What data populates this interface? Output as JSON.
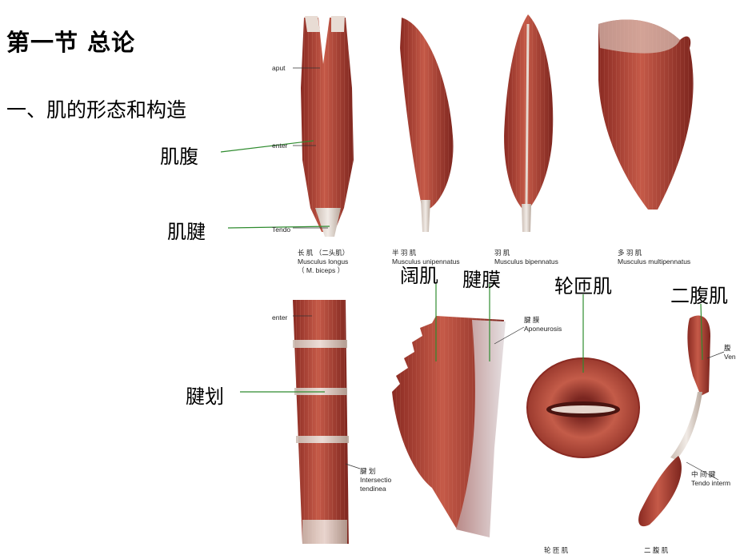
{
  "slide": {
    "title": "第一节   总论",
    "subtitle": "一、肌的形态和构造"
  },
  "labels": {
    "muscle_belly": "肌腹",
    "tendon": "肌腱",
    "tendinous_intersection": "腱划",
    "flat_muscle": "阔肌",
    "aponeurosis": "腱膜",
    "orbicular_muscle": "轮匝肌",
    "digastric": "二腹肌"
  },
  "figure_text": {
    "caput": "aput",
    "venter_1": "enter",
    "tendo_1": "Tendo",
    "caption_1": [
      "长 肌 （二头肌）",
      "Musculus  longus",
      "（ M. biceps ）"
    ],
    "caption_2": [
      "半  羽  肌",
      "Musculus unipennatus"
    ],
    "caption_3": [
      "羽     肌",
      "Musculus bipennatus"
    ],
    "caption_4": [
      "多  羽  肌",
      "Musculus multipennatus"
    ],
    "venter_2": "enter",
    "aponeurosis": [
      "腱     膜",
      "Aponeurosis"
    ],
    "intersectio": [
      "腱     划",
      "Intersectio",
      "tendinea"
    ],
    "venter_3": [
      "腹",
      "Ven"
    ],
    "tendo_intermedius": [
      "中  间  腱",
      "Tendo interm"
    ],
    "bottom_1": "轮  匝  肌",
    "bottom_2": "二  腹  肌"
  },
  "colors": {
    "muscle": "#b8473a",
    "muscle_dark": "#8a2a22",
    "tendon": "#d8cfc8",
    "leader_line": "#2e8b2e"
  }
}
